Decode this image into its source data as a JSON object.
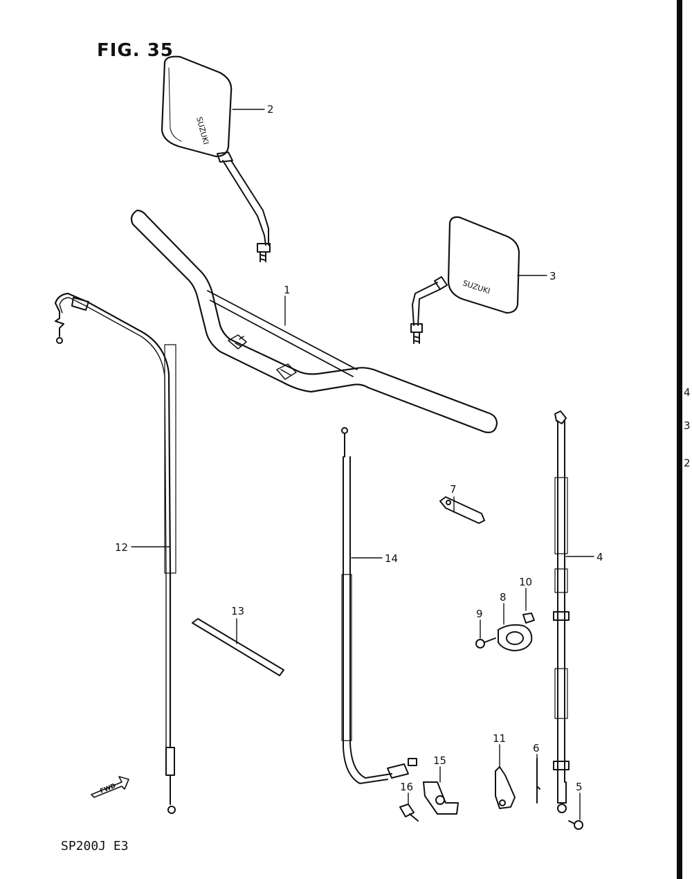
{
  "figure": {
    "title": "FIG. 35",
    "model_code": "SP200J  E3",
    "brand_on_mirror_left": "SUZUKI",
    "brand_on_mirror_right": "SUZUKI",
    "fwd_arrow_text": "FWD"
  },
  "callouts": [
    "1",
    "2",
    "3",
    "4",
    "5",
    "6",
    "7",
    "8",
    "9",
    "10",
    "11",
    "12",
    "13",
    "14",
    "15",
    "16"
  ],
  "edge_fragments": [
    "4",
    "3",
    "2"
  ],
  "colors": {
    "ink": "#111111",
    "paper": "#ffffff"
  }
}
